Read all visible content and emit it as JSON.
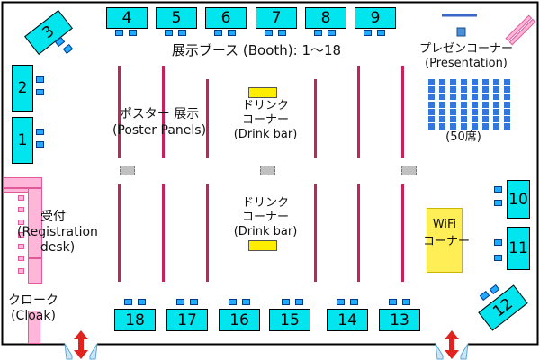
{
  "title": "展示ブース (Booth): 1〜18",
  "booths": {
    "b1": "1",
    "b2": "2",
    "b3": "3",
    "b4": "4",
    "b5": "5",
    "b6": "6",
    "b7": "7",
    "b8": "8",
    "b9": "9",
    "b10": "10",
    "b11": "11",
    "b12": "12",
    "b13": "13",
    "b14": "14",
    "b15": "15",
    "b16": "16",
    "b17": "17",
    "b18": "18"
  },
  "poster": {
    "jp": "ポスター 展示",
    "en": "(Poster  Panels)"
  },
  "drink_top": {
    "jp1": "ドリンク",
    "jp2": "コーナー",
    "en": "(Drink bar)"
  },
  "drink_bottom": {
    "jp1": "ドリンク",
    "jp2": "コーナー",
    "en": "(Drink bar)"
  },
  "presentation": {
    "jp": "プレゼンコーナー",
    "en": "(Presentation)",
    "seats": "(50席)"
  },
  "wifi": {
    "line1": "WiFi",
    "line2": "コーナー"
  },
  "registration": {
    "jp": "受付",
    "en1": "(Registration",
    "en2": "desk)"
  },
  "cloak": {
    "jp": "クローク",
    "en": "(Cloak)"
  },
  "colors": {
    "booth": "#00e5ee",
    "poster_panel": "#c8215a",
    "drink_bar": "#ffee00",
    "wifi": "#ffee55",
    "registration": "#ffb6d9",
    "seat": "#22aaff",
    "presentation_seat": "#3377dd",
    "exit_arrow": "#e0231e"
  },
  "icons": {
    "exit": "double-arrow-icon"
  }
}
